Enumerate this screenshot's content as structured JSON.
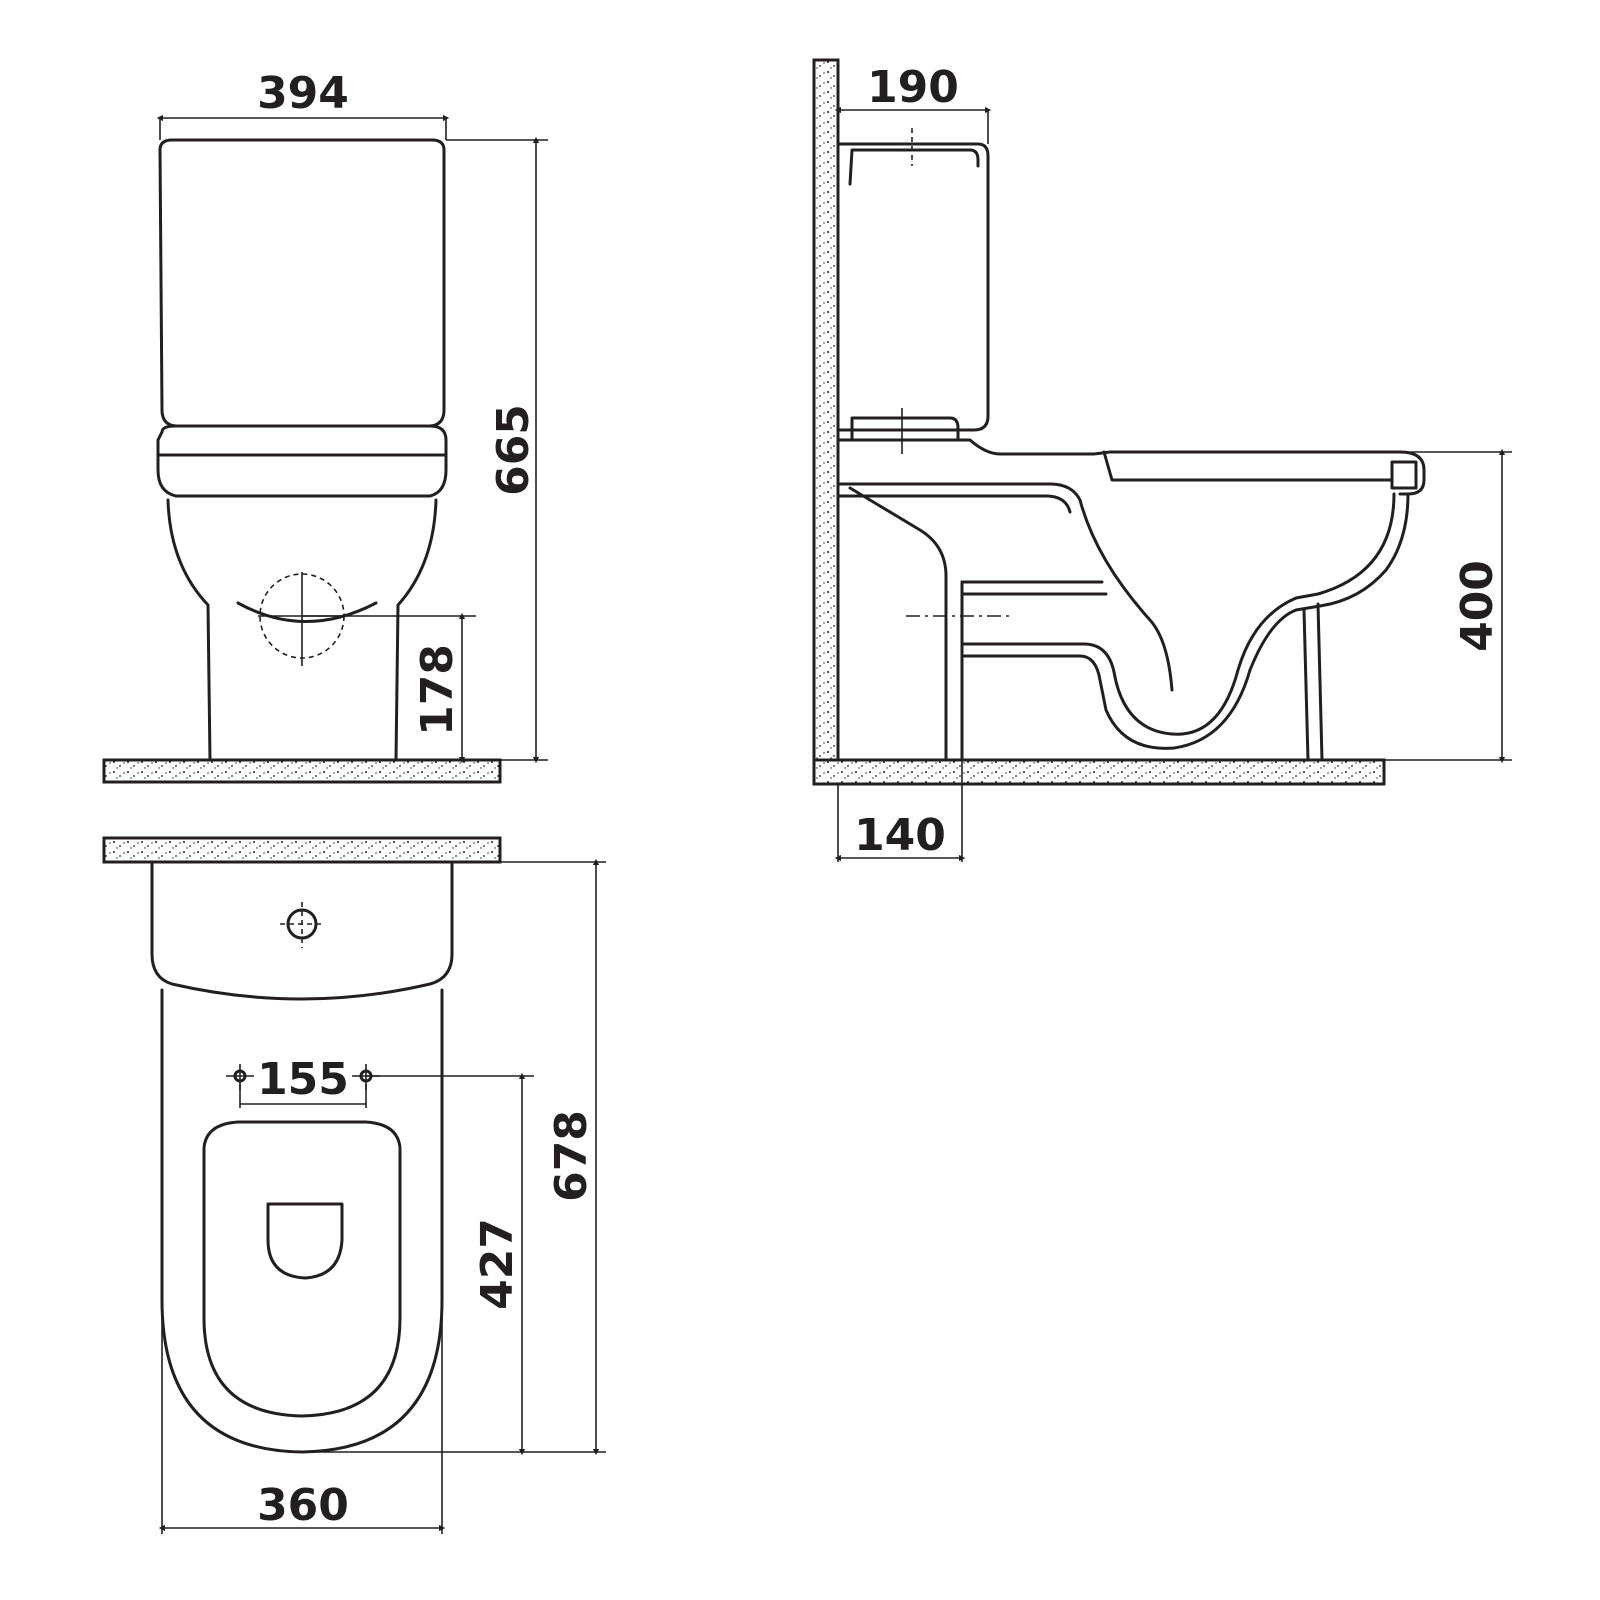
{
  "dimensions": {
    "front_width": "394",
    "total_height": "665",
    "outlet_height": "178",
    "tank_depth": "190",
    "seat_height": "400",
    "outlet_center_from_wall": "140",
    "overall_length": "678",
    "bolt_spacing": "155",
    "bolt_to_front": "427",
    "bowl_width": "360"
  },
  "colors": {
    "ink": "#231f20",
    "paper": "#ffffff"
  }
}
